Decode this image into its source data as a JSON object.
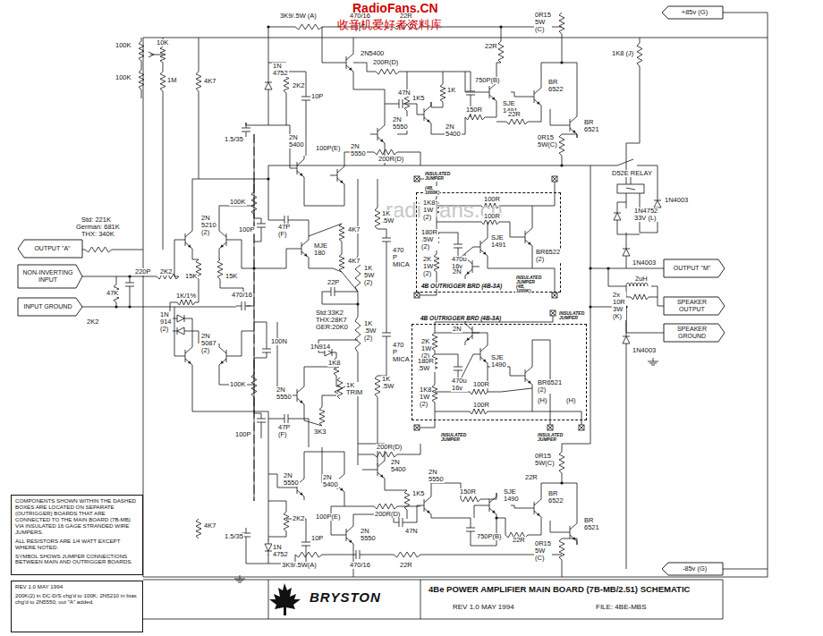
{
  "diagram": {
    "nodes": [
      {
        "text": [
          "+85v (G)"
        ]
      },
      {
        "text": [
          "4B OUTRIGGER BRD (4B-3A)"
        ]
      },
      {
        "text": [
          "4B OUTRIGGER BRD (4B-3A)"
        ]
      },
      {
        "text": [
          "OUTPUT \"A\""
        ]
      },
      {
        "text": [
          "NON-INVERTING INPUT"
        ]
      },
      {
        "text": [
          "INPUT GROUND"
        ]
      },
      {
        "text": [
          "OUTPUT \"M\""
        ]
      },
      {
        "text": [
          "SPEAKER OUTPUT"
        ]
      },
      {
        "text": [
          "SPEAKER GROUND"
        ]
      },
      {
        "text": [
          "-85v (G)"
        ]
      },
      {
        "text": [
          "COMPONENTS SHOWN WITHIN THE DASHED BOXES ARE LOCATED ON SEPARATE (OUTRIGGER) BOARDS THAT ARE CONNECTED TO THE MAIN BOARD (7B-MB) VIA INSULATED 16 GAGE STRANDED WIRE JUMPERS.",
          "ALL RESISTORS ARE 1/4 WATT EXCEPT WHERE NOTED.",
          "SYMBOL SHOWS JUMPER CONNECTIONS BETWEEN MAIN AND OUTRIGGER BOARDS."
        ]
      },
      {
        "text": [
          "REV 1.0 MAY 1994",
          "200K(2) in DC-D/S chg'd to 100K; 2N5210 in bias chg'd to 2N5550; out \"A\" added."
        ]
      },
      {
        "text": [
          "BRYSTON",
          "4Be POWER AMPLIFIER MAIN BOARD (7B-MB/2.51) SCHEMATIC",
          "REV 1.0 MAY 1994",
          "FILE: 4BE-MBS"
        ]
      }
    ],
    "labels": [
      "RadioFans.CN",
      "收音机爱好者资料库",
      "radiofans.cn",
      "100K",
      "10K",
      "100K",
      "1M",
      "4K7",
      "3K9/.5W (A)",
      "470/16",
      "22R",
      "1N 4752",
      "2K2",
      "10P",
      "1.5/35",
      "2N 5400",
      "2N5400",
      "100P(E)",
      "200R(D)",
      "47N",
      "2N 5550",
      "2N 5550",
      "200R(D)",
      "1K",
      "1K5",
      "750P(B)",
      "2N 5400",
      "150R",
      "SJE 1491",
      "22R",
      "0R15 5W (C)",
      "BR 6522",
      "22R",
      "BR 6521",
      "0R15 5W(C)",
      "1K8 (J)",
      "D52E RELAY",
      "1N4003",
      "1N4752 33V (L)",
      "1N4003",
      "2uH",
      "2x 10R 3W (K)",
      "1N4003",
      "Std: 221K",
      "German: 681K",
      "THX: 340K",
      "220P",
      "2K2",
      "47K",
      "2K2",
      "2N 5210 (2)",
      "15K",
      "15K",
      "1K/1%",
      "470/16",
      "1N 914 (2)",
      "2N 5087 (2)",
      "100K",
      "100N",
      "100K",
      "100P",
      "100P",
      "47P (F)",
      "MJE 180",
      "4K7",
      "4K7",
      "1K 5W (2)",
      "1K .5W",
      "470 P MICA",
      "22P",
      "Std:33K2",
      "THX:28K7",
      "GER:20K0",
      "1K .5W (2)",
      "470 P MICA",
      "1K .5W",
      "1N914",
      "1K8",
      "2N 5550",
      "1K TRIM",
      "3K3",
      "47P (F)",
      "200R(D)",
      "2N 5400",
      "2N 5400",
      "2N 5550",
      "2K2",
      "1N 4752",
      "1.5/35",
      "4K7",
      "10P",
      "100P(E)",
      "2N 5550",
      "3K9/.5W(A)",
      "470/16",
      "22R",
      "200R(D)",
      "47N",
      "1K5",
      "2N 5550",
      "150R",
      "750P(B)",
      "SJE 1490",
      "22R",
      "BR 6522",
      "BR 6521",
      "22R",
      "0R15 5W(C)",
      "0R15 5W (C)",
      "INSULATED JUMPER",
      "(4B, 1000K)",
      "1K8 1W (2)",
      "100R",
      "100R",
      "180R .5W (2)",
      "470u 16v",
      "SJE 1491",
      "BR6522 (2)",
      "2K 1W (2)",
      "2N",
      "INSULATED JUMPER",
      "(4B, 1000K)",
      "INSULATED JUMPER",
      "2K 1W (2)",
      "2N",
      "180R .5W",
      "470u 16v",
      "SJE 1490",
      "BR6521 (2)",
      "1K8 1W (2)",
      "100R",
      "100R",
      "(H)",
      "(H)",
      "INSULATED JUMPER",
      "INSULATED JUMPER"
    ]
  }
}
